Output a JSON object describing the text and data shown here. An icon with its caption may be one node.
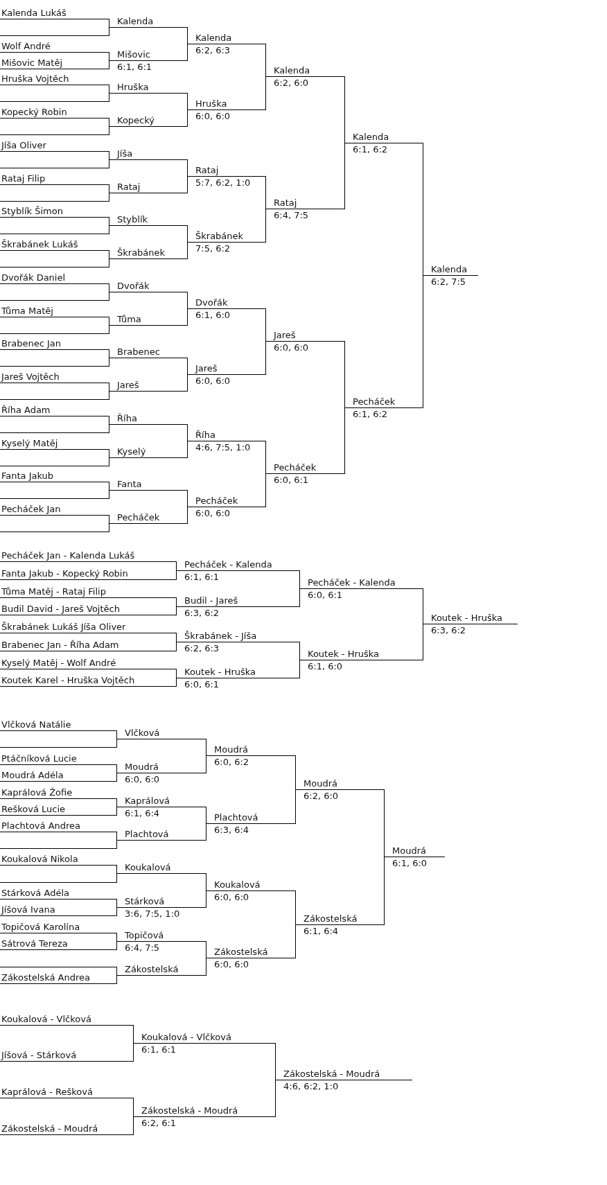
{
  "diagram": {
    "nodes": [
      {
        "text": [
          "Kalenda Lukáš"
        ]
      },
      {
        "text": [],
        "shape": "line"
      },
      {
        "text": [
          "Wolf André"
        ]
      },
      {
        "text": [
          "Mišovic Matěj"
        ]
      },
      {
        "text": [
          "Hruška Vojtěch"
        ]
      },
      {
        "text": [],
        "shape": "line"
      },
      {
        "text": [
          "Kopecký Robin"
        ]
      },
      {
        "text": [],
        "shape": "line"
      },
      {
        "text": [
          "Jíša Oliver"
        ]
      },
      {
        "text": [],
        "shape": "line"
      },
      {
        "text": [
          "Rataj Filip"
        ]
      },
      {
        "text": [],
        "shape": "line"
      },
      {
        "text": [
          "Styblík Šimon"
        ]
      },
      {
        "text": [],
        "shape": "line"
      },
      {
        "text": [
          "Škrabánek Lukáš"
        ]
      },
      {
        "text": [],
        "shape": "line"
      },
      {
        "text": [
          "Dvořák Daniel"
        ]
      },
      {
        "text": [],
        "shape": "line"
      },
      {
        "text": [
          "Tůma Matěj"
        ]
      },
      {
        "text": [],
        "shape": "line"
      },
      {
        "text": [
          "Brabenec Jan"
        ]
      },
      {
        "text": [],
        "shape": "line"
      },
      {
        "text": [
          "Jareš Vojtěch"
        ]
      },
      {
        "text": [],
        "shape": "line"
      },
      {
        "text": [
          "Říha Adam"
        ]
      },
      {
        "text": [],
        "shape": "line"
      },
      {
        "text": [
          "Kyselý Matěj"
        ]
      },
      {
        "text": [],
        "shape": "line"
      },
      {
        "text": [
          "Fanta Jakub"
        ]
      },
      {
        "text": [],
        "shape": "line"
      },
      {
        "text": [
          "Pecháček Jan"
        ]
      },
      {
        "text": [],
        "shape": "line"
      },
      {
        "text": [
          "Kalenda"
        ]
      },
      {
        "text": [
          "Mišovic",
          "6:1, 6:1"
        ]
      },
      {
        "text": [
          "Hruška"
        ]
      },
      {
        "text": [
          "Kopecký"
        ]
      },
      {
        "text": [
          "Jíša"
        ]
      },
      {
        "text": [
          "Rataj"
        ]
      },
      {
        "text": [
          "Styblík"
        ]
      },
      {
        "text": [
          "Škrabánek"
        ]
      },
      {
        "text": [
          "Dvořák"
        ]
      },
      {
        "text": [
          "Tůma"
        ]
      },
      {
        "text": [
          "Brabenec"
        ]
      },
      {
        "text": [
          "Jareš"
        ]
      },
      {
        "text": [
          "Říha"
        ]
      },
      {
        "text": [
          "Kyselý"
        ]
      },
      {
        "text": [
          "Fanta"
        ]
      },
      {
        "text": [
          "Pecháček"
        ]
      },
      {
        "text": [
          "Kalenda",
          "6:2, 6:3"
        ]
      },
      {
        "text": [
          "Hruška",
          "6:0, 6:0"
        ]
      },
      {
        "text": [
          "Rataj",
          "5:7, 6:2, 1:0"
        ]
      },
      {
        "text": [
          "Škrabánek",
          "7:5, 6:2"
        ]
      },
      {
        "text": [
          "Dvořák",
          "6:1, 6:0"
        ]
      },
      {
        "text": [
          "Jareš",
          "6:0, 6:0"
        ]
      },
      {
        "text": [
          "Říha",
          "4:6, 7:5, 1:0"
        ]
      },
      {
        "text": [
          "Pecháček",
          "6:0, 6:0"
        ]
      },
      {
        "text": [
          "Kalenda",
          "6:2, 6:0"
        ]
      },
      {
        "text": [
          "Rataj",
          "6:4, 7:5"
        ]
      },
      {
        "text": [
          "Jareš",
          "6:0, 6:0"
        ]
      },
      {
        "text": [
          "Pecháček",
          "6:0, 6:1"
        ]
      },
      {
        "text": [
          "Kalenda",
          "6:1, 6:2"
        ]
      },
      {
        "text": [
          "Pecháček",
          "6:1, 6:2"
        ]
      },
      {
        "text": [
          "Kalenda",
          "6:2, 7:5"
        ]
      },
      {
        "text": [
          "Pecháček Jan - Kalenda Lukáš"
        ]
      },
      {
        "text": [
          "Fanta Jakub - Kopecký Robin"
        ]
      },
      {
        "text": [
          "Tůma Matěj - Rataj Filip"
        ]
      },
      {
        "text": [
          "Budil David - Jareš Vojtěch"
        ]
      },
      {
        "text": [
          "Škrabánek Lukáš Jíša Oliver"
        ]
      },
      {
        "text": [
          "Brabenec Jan - Říha Adam"
        ]
      },
      {
        "text": [
          "Kyselý Matěj - Wolf André"
        ]
      },
      {
        "text": [
          "Koutek Karel - Hruška Vojtěch"
        ]
      },
      {
        "text": [
          "Pecháček - Kalenda",
          "6:1, 6:1"
        ]
      },
      {
        "text": [
          "Budil - Jareš",
          "6:3, 6:2"
        ]
      },
      {
        "text": [
          "Škrabánek - Jíša",
          "6:2, 6:3"
        ]
      },
      {
        "text": [
          "Koutek - Hruška",
          "6:0, 6:1"
        ]
      },
      {
        "text": [
          "Pecháček - Kalenda",
          "6:0, 6:1"
        ]
      },
      {
        "text": [
          "Koutek - Hruška",
          "6:1, 6:0"
        ]
      },
      {
        "text": [
          "Koutek - Hruška",
          "6:3, 6:2"
        ]
      },
      {
        "text": [
          "Vlčková Natálie"
        ]
      },
      {
        "text": [],
        "shape": "line"
      },
      {
        "text": [
          "Ptáčníková Lucie"
        ]
      },
      {
        "text": [
          "Moudrá Adéla"
        ]
      },
      {
        "text": [
          "Kaprálová Žofie"
        ]
      },
      {
        "text": [
          "Rešková Lucie"
        ]
      },
      {
        "text": [
          "Plachtová Andrea"
        ]
      },
      {
        "text": [],
        "shape": "line"
      },
      {
        "text": [
          "Koukalová Nikola"
        ]
      },
      {
        "text": [],
        "shape": "line"
      },
      {
        "text": [
          "Stárková Adéla"
        ]
      },
      {
        "text": [
          "Jíšová Ivana"
        ]
      },
      {
        "text": [
          "Topičová Karolína"
        ]
      },
      {
        "text": [
          "Sátrová Tereza"
        ]
      },
      {
        "text": [],
        "shape": "line"
      },
      {
        "text": [
          "Zákostelská Andrea"
        ]
      },
      {
        "text": [
          "Vlčková"
        ]
      },
      {
        "text": [
          "Moudrá",
          "6:0, 6:0"
        ]
      },
      {
        "text": [
          "Kaprálová",
          "6:1, 6:4"
        ]
      },
      {
        "text": [
          "Plachtová"
        ]
      },
      {
        "text": [
          "Koukalová"
        ]
      },
      {
        "text": [
          "Stárková",
          "3:6, 7:5, 1:0"
        ]
      },
      {
        "text": [
          "Topičová",
          "6:4, 7:5"
        ]
      },
      {
        "text": [
          "Zákostelská"
        ]
      },
      {
        "text": [
          "Moudrá",
          "6:0, 6:2"
        ]
      },
      {
        "text": [
          "Plachtová",
          "6:3, 6:4"
        ]
      },
      {
        "text": [
          "Koukalová",
          "6:0, 6:0"
        ]
      },
      {
        "text": [
          "Zákostelská",
          "6:0, 6:0"
        ]
      },
      {
        "text": [
          "Moudrá",
          "6:2, 6:0"
        ]
      },
      {
        "text": [
          "Zákostelská",
          "6:1, 6:4"
        ]
      },
      {
        "text": [
          "Moudrá",
          "6:1, 6:0"
        ]
      },
      {
        "text": [
          "Koukalová - Vlčková"
        ]
      },
      {
        "text": [
          "Jíšová - Stárková"
        ]
      },
      {
        "text": [
          "Kaprálová - Rešková"
        ]
      },
      {
        "text": [
          "Zákostelská - Moudrá"
        ]
      },
      {
        "text": [
          "Koukalová - Vlčková",
          "6:1, 6:1"
        ]
      },
      {
        "text": [
          "Zákostelská - Moudrá",
          "6:2, 6:1"
        ]
      },
      {
        "text": [
          "Zákostelská - Moudrá",
          "4:6, 6:2, 1:0"
        ]
      }
    ],
    "edges": [
      {
        "from": 0,
        "to": 32,
        "arrow": "none"
      },
      {
        "from": 1,
        "to": 32,
        "arrow": "none"
      },
      {
        "from": 2,
        "to": 33,
        "arrow": "none"
      },
      {
        "from": 3,
        "to": 33,
        "arrow": "none"
      },
      {
        "from": 4,
        "to": 34,
        "arrow": "none"
      },
      {
        "from": 5,
        "to": 34,
        "arrow": "none"
      },
      {
        "from": 6,
        "to": 35,
        "arrow": "none"
      },
      {
        "from": 7,
        "to": 35,
        "arrow": "none"
      },
      {
        "from": 8,
        "to": 36,
        "arrow": "none"
      },
      {
        "from": 9,
        "to": 36,
        "arrow": "none"
      },
      {
        "from": 10,
        "to": 37,
        "arrow": "none"
      },
      {
        "from": 11,
        "to": 37,
        "arrow": "none"
      },
      {
        "from": 12,
        "to": 38,
        "arrow": "none"
      },
      {
        "from": 13,
        "to": 38,
        "arrow": "none"
      },
      {
        "from": 14,
        "to": 39,
        "arrow": "none"
      },
      {
        "from": 15,
        "to": 39,
        "arrow": "none"
      },
      {
        "from": 16,
        "to": 40,
        "arrow": "none"
      },
      {
        "from": 17,
        "to": 40,
        "arrow": "none"
      },
      {
        "from": 18,
        "to": 41,
        "arrow": "none"
      },
      {
        "from": 19,
        "to": 41,
        "arrow": "none"
      },
      {
        "from": 20,
        "to": 42,
        "arrow": "none"
      },
      {
        "from": 21,
        "to": 42,
        "arrow": "none"
      },
      {
        "from": 22,
        "to": 43,
        "arrow": "none"
      },
      {
        "from": 23,
        "to": 43,
        "arrow": "none"
      },
      {
        "from": 24,
        "to": 44,
        "arrow": "none"
      },
      {
        "from": 25,
        "to": 44,
        "arrow": "none"
      },
      {
        "from": 26,
        "to": 45,
        "arrow": "none"
      },
      {
        "from": 27,
        "to": 45,
        "arrow": "none"
      },
      {
        "from": 28,
        "to": 46,
        "arrow": "none"
      },
      {
        "from": 29,
        "to": 46,
        "arrow": "none"
      },
      {
        "from": 30,
        "to": 47,
        "arrow": "none"
      },
      {
        "from": 31,
        "to": 47,
        "arrow": "none"
      },
      {
        "from": 32,
        "to": 48,
        "arrow": "none"
      },
      {
        "from": 33,
        "to": 48,
        "arrow": "none"
      },
      {
        "from": 34,
        "to": 49,
        "arrow": "none"
      },
      {
        "from": 35,
        "to": 49,
        "arrow": "none"
      },
      {
        "from": 36,
        "to": 50,
        "arrow": "none"
      },
      {
        "from": 37,
        "to": 50,
        "arrow": "none"
      },
      {
        "from": 38,
        "to": 51,
        "arrow": "none"
      },
      {
        "from": 39,
        "to": 51,
        "arrow": "none"
      },
      {
        "from": 40,
        "to": 52,
        "arrow": "none"
      },
      {
        "from": 41,
        "to": 52,
        "arrow": "none"
      },
      {
        "from": 42,
        "to": 53,
        "arrow": "none"
      },
      {
        "from": 43,
        "to": 53,
        "arrow": "none"
      },
      {
        "from": 44,
        "to": 54,
        "arrow": "none"
      },
      {
        "from": 45,
        "to": 54,
        "arrow": "none"
      },
      {
        "from": 46,
        "to": 55,
        "arrow": "none"
      },
      {
        "from": 47,
        "to": 55,
        "arrow": "none"
      },
      {
        "from": 48,
        "to": 56,
        "arrow": "none"
      },
      {
        "from": 49,
        "to": 56,
        "arrow": "none"
      },
      {
        "from": 50,
        "to": 57,
        "arrow": "none"
      },
      {
        "from": 51,
        "to": 57,
        "arrow": "none"
      },
      {
        "from": 52,
        "to": 58,
        "arrow": "none"
      },
      {
        "from": 53,
        "to": 58,
        "arrow": "none"
      },
      {
        "from": 54,
        "to": 59,
        "arrow": "none"
      },
      {
        "from": 55,
        "to": 59,
        "arrow": "none"
      },
      {
        "from": 56,
        "to": 60,
        "arrow": "none"
      },
      {
        "from": 57,
        "to": 60,
        "arrow": "none"
      },
      {
        "from": 58,
        "to": 61,
        "arrow": "none"
      },
      {
        "from": 59,
        "to": 61,
        "arrow": "none"
      },
      {
        "from": 60,
        "to": 62,
        "arrow": "none"
      },
      {
        "from": 61,
        "to": 62,
        "arrow": "none"
      },
      {
        "from": 63,
        "to": 71,
        "arrow": "none"
      },
      {
        "from": 64,
        "to": 71,
        "arrow": "none"
      },
      {
        "from": 65,
        "to": 72,
        "arrow": "none"
      },
      {
        "from": 66,
        "to": 72,
        "arrow": "none"
      },
      {
        "from": 67,
        "to": 73,
        "arrow": "none"
      },
      {
        "from": 68,
        "to": 73,
        "arrow": "none"
      },
      {
        "from": 69,
        "to": 74,
        "arrow": "none"
      },
      {
        "from": 70,
        "to": 74,
        "arrow": "none"
      },
      {
        "from": 71,
        "to": 75,
        "arrow": "none"
      },
      {
        "from": 72,
        "to": 75,
        "arrow": "none"
      },
      {
        "from": 73,
        "to": 76,
        "arrow": "none"
      },
      {
        "from": 74,
        "to": 76,
        "arrow": "none"
      },
      {
        "from": 75,
        "to": 77,
        "arrow": "none"
      },
      {
        "from": 76,
        "to": 77,
        "arrow": "none"
      },
      {
        "from": 78,
        "to": 94,
        "arrow": "none"
      },
      {
        "from": 79,
        "to": 94,
        "arrow": "none"
      },
      {
        "from": 80,
        "to": 95,
        "arrow": "none"
      },
      {
        "from": 81,
        "to": 95,
        "arrow": "none"
      },
      {
        "from": 82,
        "to": 96,
        "arrow": "none"
      },
      {
        "from": 83,
        "to": 96,
        "arrow": "none"
      },
      {
        "from": 84,
        "to": 97,
        "arrow": "none"
      },
      {
        "from": 85,
        "to": 97,
        "arrow": "none"
      },
      {
        "from": 86,
        "to": 98,
        "arrow": "none"
      },
      {
        "from": 87,
        "to": 98,
        "arrow": "none"
      },
      {
        "from": 88,
        "to": 99,
        "arrow": "none"
      },
      {
        "from": 89,
        "to": 99,
        "arrow": "none"
      },
      {
        "from": 90,
        "to": 100,
        "arrow": "none"
      },
      {
        "from": 91,
        "to": 100,
        "arrow": "none"
      },
      {
        "from": 92,
        "to": 101,
        "arrow": "none"
      },
      {
        "from": 93,
        "to": 101,
        "arrow": "none"
      },
      {
        "from": 94,
        "to": 102,
        "arrow": "none"
      },
      {
        "from": 95,
        "to": 102,
        "arrow": "none"
      },
      {
        "from": 96,
        "to": 103,
        "arrow": "none"
      },
      {
        "from": 97,
        "to": 103,
        "arrow": "none"
      },
      {
        "from": 98,
        "to": 104,
        "arrow": "none"
      },
      {
        "from": 99,
        "to": 104,
        "arrow": "none"
      },
      {
        "from": 100,
        "to": 105,
        "arrow": "none"
      },
      {
        "from": 101,
        "to": 105,
        "arrow": "none"
      },
      {
        "from": 102,
        "to": 106,
        "arrow": "none"
      },
      {
        "from": 103,
        "to": 106,
        "arrow": "none"
      },
      {
        "from": 104,
        "to": 107,
        "arrow": "none"
      },
      {
        "from": 105,
        "to": 107,
        "arrow": "none"
      },
      {
        "from": 106,
        "to": 108,
        "arrow": "none"
      },
      {
        "from": 107,
        "to": 108,
        "arrow": "none"
      },
      {
        "from": 109,
        "to": 113,
        "arrow": "none"
      },
      {
        "from": 110,
        "to": 113,
        "arrow": "none"
      },
      {
        "from": 111,
        "to": 114,
        "arrow": "none"
      },
      {
        "from": 112,
        "to": 114,
        "arrow": "none"
      },
      {
        "from": 113,
        "to": 115,
        "arrow": "none"
      },
      {
        "from": 114,
        "to": 115,
        "arrow": "none"
      }
    ]
  }
}
